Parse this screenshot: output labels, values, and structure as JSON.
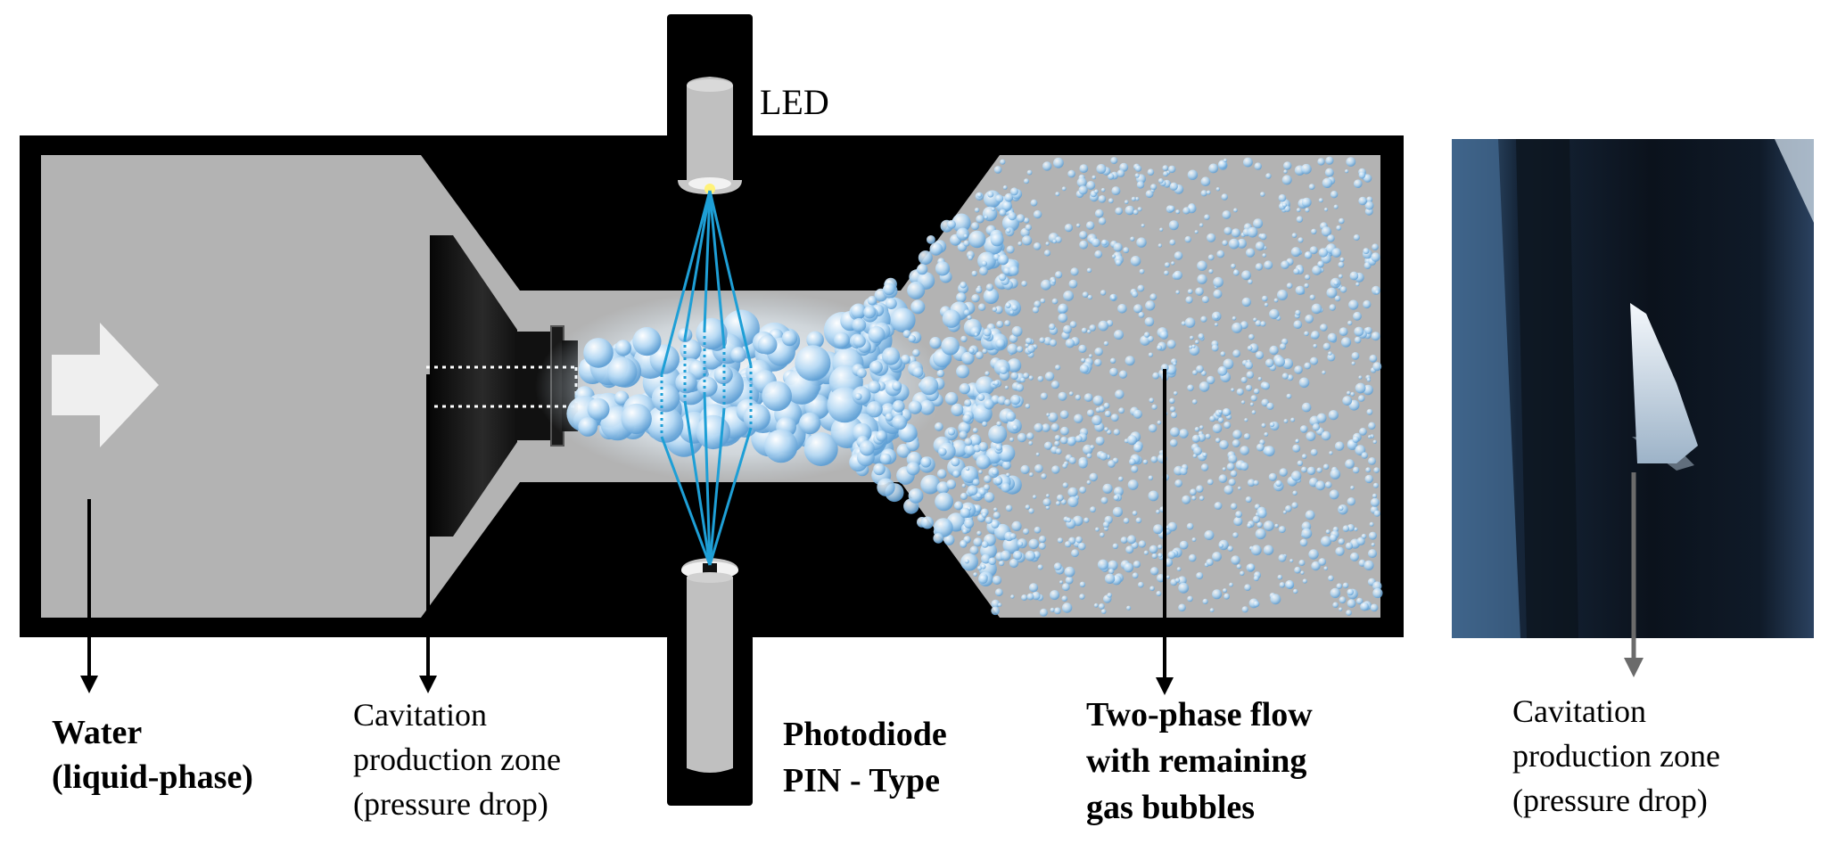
{
  "labels": {
    "led": "LED",
    "water_line1": "Water",
    "water_line2": "(liquid-phase)",
    "cavitation_line1": "Cavitation",
    "cavitation_line2": "production zone",
    "cavitation_line3": "(pressure drop)",
    "photodiode_line1": "Photodiode",
    "photodiode_line2": "PIN - Type",
    "twophase_line1": "Two-phase flow",
    "twophase_line2": "with remaining",
    "twophase_line3": "gas bubbles",
    "photo_cavitation_line1": "Cavitation",
    "photo_cavitation_line2": "production zone",
    "photo_cavitation_line3": "(pressure drop)"
  },
  "colors": {
    "housing": "#000000",
    "channel": "#b3b3b3",
    "sensor_body": "#c0c0c0",
    "light_ray": "#1e9fd6",
    "bubble": "#8fc4ec",
    "led_glow": "#fff27a",
    "photo_dark": "#0e1622",
    "photo_blue": "#5a86ac",
    "photo_arrow": "#6b6b6b"
  }
}
